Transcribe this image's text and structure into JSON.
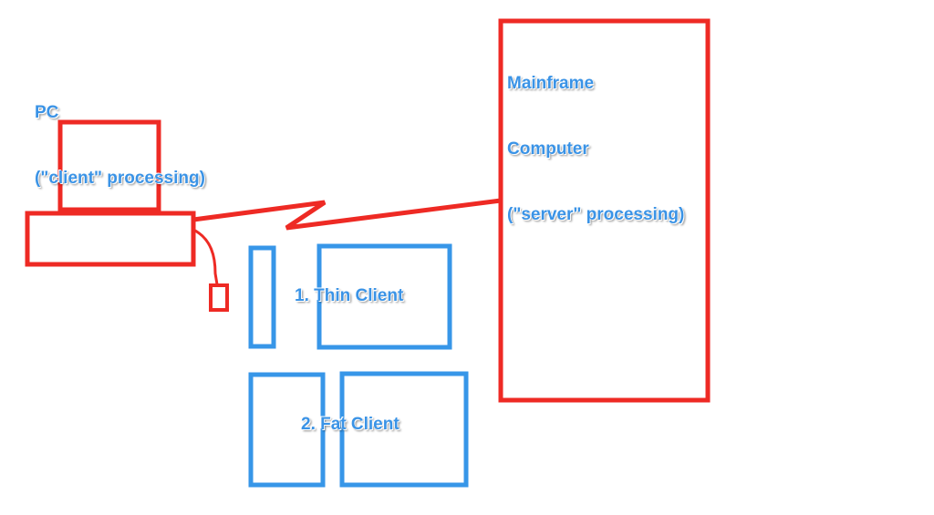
{
  "labels": {
    "pc_line1": "PC",
    "pc_line2": "(\"client\" processing)",
    "mainframe_line1": "Mainframe",
    "mainframe_line2": "Computer",
    "mainframe_line3": "(\"server\" processing)",
    "thin_client": "1. Thin Client",
    "fat_client": "2. Fat Client"
  },
  "colors": {
    "red": "#ee2a24",
    "blue": "#3796e8",
    "label_blue": "#3a93e6"
  }
}
